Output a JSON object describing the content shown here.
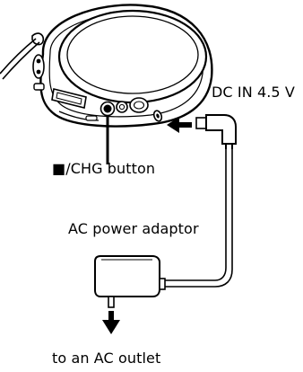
{
  "labels": {
    "dc_in": "DC IN 4.5 V",
    "stop_charge_button": "■/CHG button",
    "ac_power_adaptor": "AC power adaptor",
    "ac_outlet": "to an AC outlet"
  },
  "colors": {
    "line": "#000000",
    "background": "#ffffff"
  }
}
